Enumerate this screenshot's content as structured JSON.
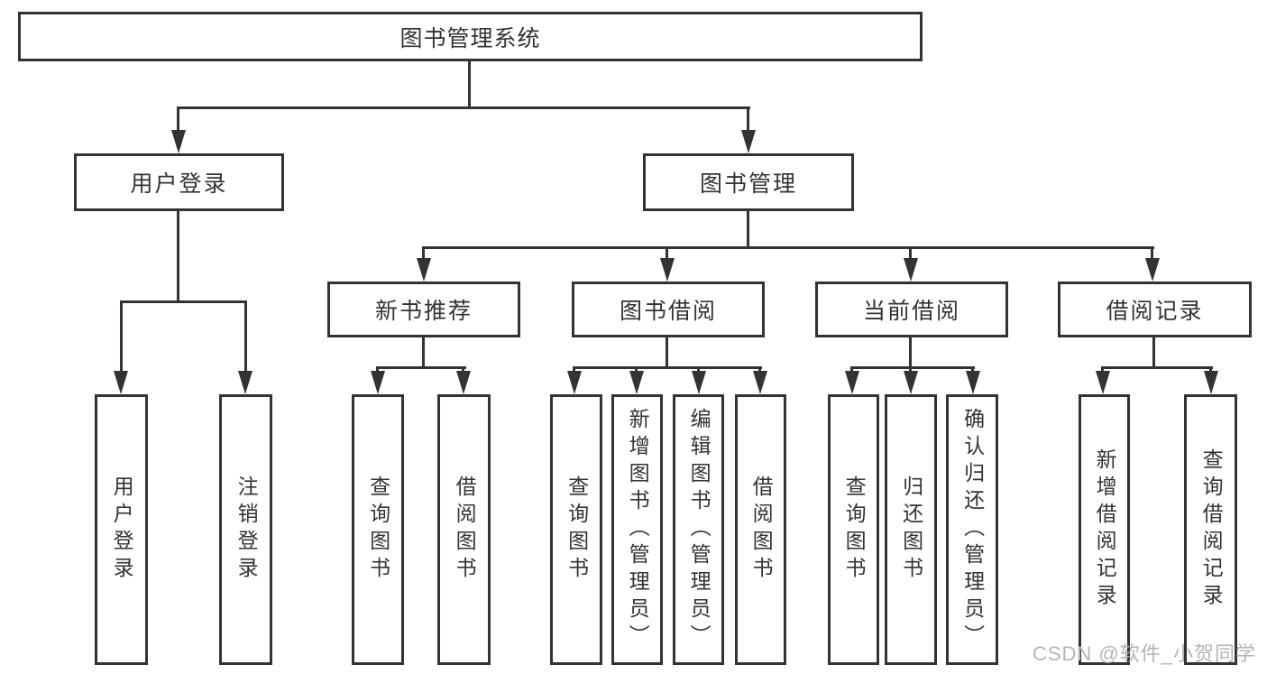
{
  "tree": {
    "root": "图书管理系统",
    "branches": [
      {
        "label": "用户登录",
        "children": [
          {
            "label": "用户登录"
          },
          {
            "label": "注销登录"
          }
        ]
      },
      {
        "label": "图书管理",
        "children": [
          {
            "label": "新书推荐",
            "children": [
              {
                "label": "查询图书"
              },
              {
                "label": "借阅图书"
              }
            ]
          },
          {
            "label": "图书借阅",
            "children": [
              {
                "label": "查询图书"
              },
              {
                "label": "新增图书（管理员）"
              },
              {
                "label": "编辑图书（管理员）"
              },
              {
                "label": "借阅图书"
              }
            ]
          },
          {
            "label": "当前借阅",
            "children": [
              {
                "label": "查询图书"
              },
              {
                "label": "归还图书"
              },
              {
                "label": "确认归还（管理员）"
              }
            ]
          },
          {
            "label": "借阅记录",
            "children": [
              {
                "label": "新增借阅记录"
              },
              {
                "label": "查询借阅记录"
              }
            ]
          }
        ]
      }
    ]
  },
  "watermark": {
    "text": "CSDN @软件_小贺同学"
  },
  "colors": {
    "line": "#333333",
    "text": "#333333",
    "watermark": "#b5b5b5",
    "background": "#ffffff"
  }
}
